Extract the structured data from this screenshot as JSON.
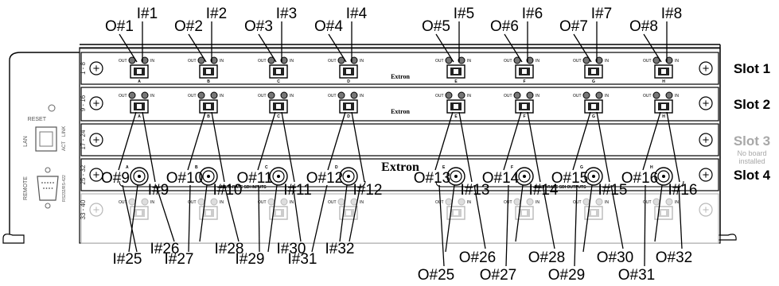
{
  "slot_labels": [
    {
      "text": "Slot 1",
      "color": "#000000"
    },
    {
      "text": "Slot 2",
      "color": "#000000"
    },
    {
      "text": "Slot 3",
      "color": "#a8a8a8"
    },
    {
      "text": "Slot 4",
      "color": "#000000"
    }
  ],
  "slot3_note": [
    "No board",
    "installed"
  ],
  "row_ranges": [
    "1 - 8",
    "9 - 16",
    "17 - 24",
    "25 - 32",
    "33 - 40"
  ],
  "port_letters": [
    "A",
    "B",
    "C",
    "D",
    "E",
    "F",
    "G",
    "H"
  ],
  "brand": "Extron",
  "out_text": "OUT",
  "in_text": "IN",
  "sdi_inputs_label": "MULTI-RATE SDI INPUTS",
  "sdi_outputs_label": "MULTI-RATE SDI OUTPUTS",
  "side_panel": {
    "reset": "RESET",
    "lan": "LAN",
    "act": "ACT",
    "link": "LINK",
    "remote": "REMOTE",
    "rs232": "RS232/RS-422"
  },
  "top_outputs": [
    "O#1",
    "O#2",
    "O#3",
    "O#4",
    "O#5",
    "O#6",
    "O#7",
    "O#8"
  ],
  "top_inputs": [
    "I#1",
    "I#2",
    "I#3",
    "I#4",
    "I#5",
    "I#6",
    "I#7",
    "I#8"
  ],
  "mid_outputs": [
    "O#9",
    "O#10",
    "O#11",
    "O#12",
    "O#13",
    "O#14",
    "O#15",
    "O#16"
  ],
  "mid_inputs": [
    "I#9",
    "I#10",
    "I#11",
    "I#12",
    "I#13",
    "I#14",
    "I#15",
    "I#16"
  ],
  "bottom_inputs": [
    "I#25",
    "I#26",
    "I#27",
    "I#28",
    "I#29",
    "I#30",
    "I#31",
    "I#32"
  ],
  "bottom_outputs": [
    "O#25",
    "O#26",
    "O#27",
    "O#28",
    "O#29",
    "O#30",
    "O#31",
    "O#32"
  ]
}
